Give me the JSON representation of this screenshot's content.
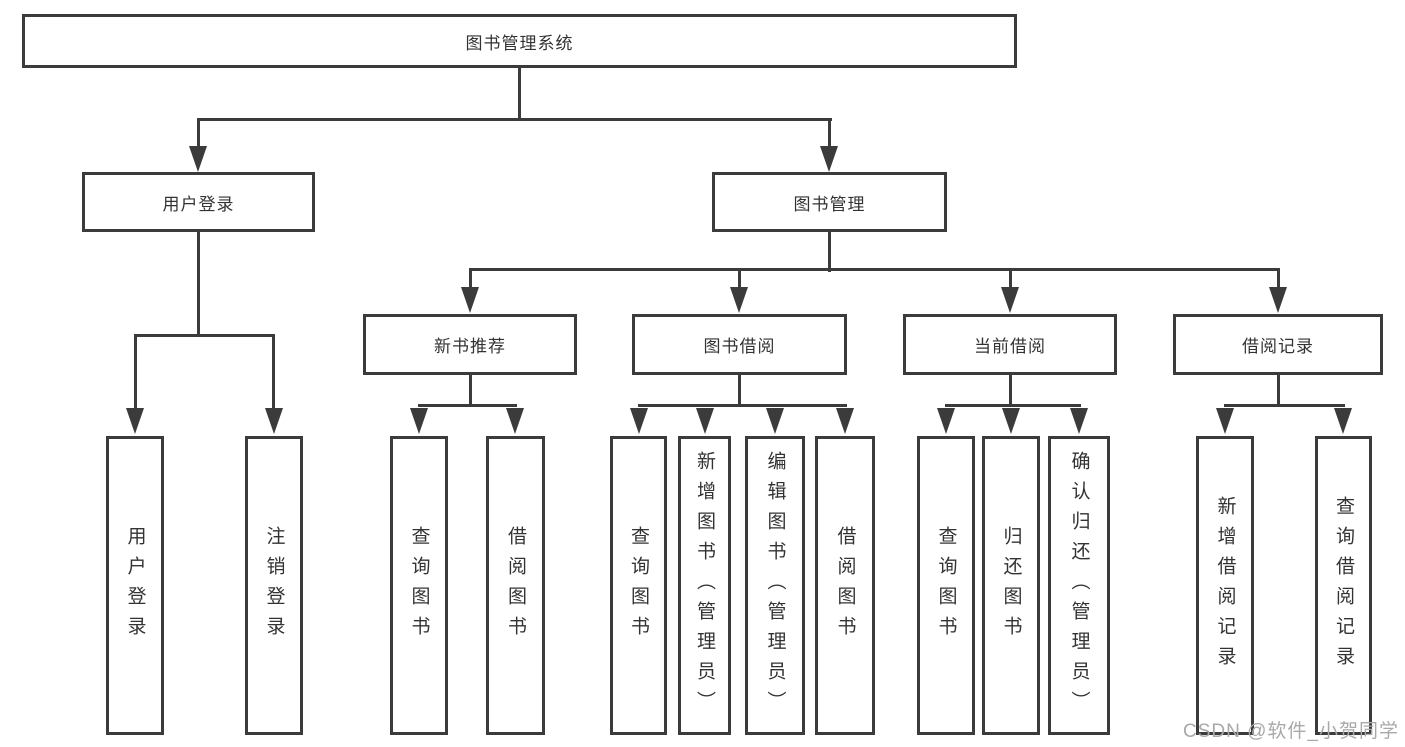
{
  "nodes": {
    "root": {
      "label": "图书管理系统"
    },
    "user_login": {
      "label": "用户登录"
    },
    "book_mgmt": {
      "label": "图书管理"
    },
    "new_book": {
      "label": "新书推荐"
    },
    "book_borrow": {
      "label": "图书借阅"
    },
    "current_borrow": {
      "label": "当前借阅"
    },
    "borrow_records": {
      "label": "借阅记录"
    },
    "leaf_user_login": {
      "label": "用户登录"
    },
    "leaf_logout": {
      "label": "注销登录"
    },
    "leaf_nb_query": {
      "label": "查询图书"
    },
    "leaf_nb_borrow": {
      "label": "借阅图书"
    },
    "leaf_bb_query": {
      "label": "查询图书"
    },
    "leaf_bb_add": {
      "label": "新增图书（管理员）"
    },
    "leaf_bb_edit": {
      "label": "编辑图书（管理员）"
    },
    "leaf_bb_borrow": {
      "label": "借阅图书"
    },
    "leaf_cb_query": {
      "label": "查询图书"
    },
    "leaf_cb_return": {
      "label": "归还图书"
    },
    "leaf_cb_confirm": {
      "label": "确认归还（管理员）"
    },
    "leaf_br_add": {
      "label": "新增借阅记录"
    },
    "leaf_br_query": {
      "label": "查询借阅记录"
    }
  },
  "watermark": {
    "text": "CSDN @软件_小贺同学"
  },
  "colors": {
    "line": "#3b3b3b",
    "text": "#333333",
    "background": "#ffffff",
    "watermark_text": "#a9a9a9"
  }
}
